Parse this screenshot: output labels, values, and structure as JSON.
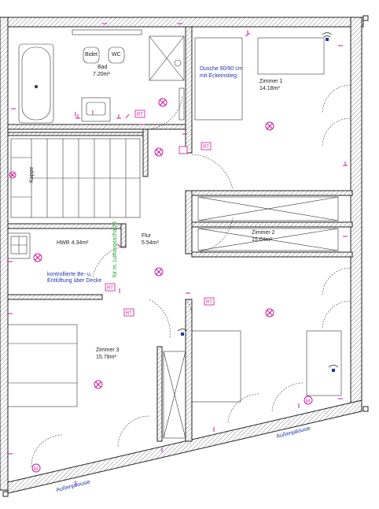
{
  "rooms": {
    "bad": {
      "name": "Bad",
      "area": "7.20m²"
    },
    "dusche": {
      "line1": "Dusche 90/90 cm",
      "line2": "mit Eckeinstieg"
    },
    "zimmer1": {
      "name": "Zimmer 1",
      "area": "14.18m²"
    },
    "zimmer2": {
      "name": "Zimmer 2",
      "area": "15.04m²"
    },
    "zimmer3": {
      "name": "Zimmer 3",
      "area": "15.78m²"
    },
    "flur": {
      "name": "Flur",
      "area": "5.54m²"
    },
    "hwr": {
      "name": "HWR",
      "area": "4.34m²"
    },
    "lueftung": {
      "line1": "kontrollierte Be- u.",
      "line2": "Entlüftung über Decke"
    },
    "lueftungsschacht": "für m. Lüftungsschacht"
  },
  "fixtures": {
    "bidet": "Bidet",
    "wc": "WC",
    "stair": "Kappe"
  },
  "markers": {
    "rt": "RT",
    "motor": "M"
  },
  "exterior": {
    "jalousie_left": "Außenjalousie",
    "jalousie_right": "Außenjalousie"
  },
  "colors": {
    "electrical": "#d0189a",
    "text": "#222222",
    "room_label": "#2233aa",
    "ventilation_note": "#1a9a2a"
  }
}
